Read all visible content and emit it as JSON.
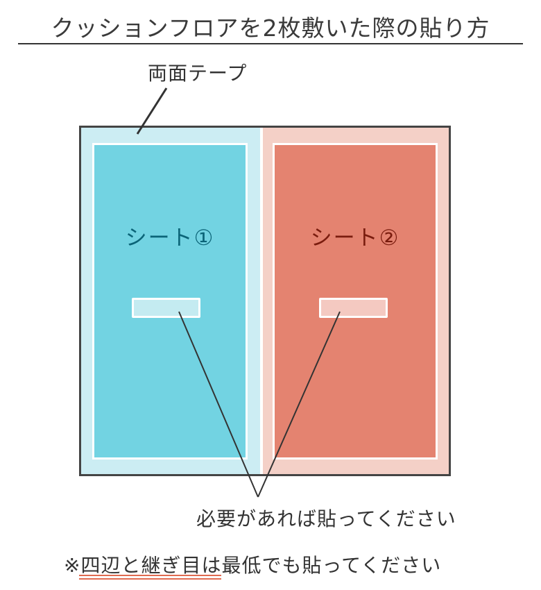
{
  "title": "クッションフロアを2枚敷いた際の貼り方",
  "labels": {
    "double_sided_tape": "両面テープ",
    "optional": "必要があれば貼ってください",
    "note": "※四辺と継ぎ目は最低でも貼ってください",
    "note_emphasis": "四辺と継ぎ目"
  },
  "sheets": [
    {
      "label": "シート①",
      "fill": "#72d3e2",
      "tape": "#ccedf3",
      "patch": "#c4ebf1",
      "text_color": "#0b6478"
    },
    {
      "label": "シート②",
      "fill": "#e48370",
      "tape": "#f4d0c7",
      "patch": "#f4c9c1",
      "text_color": "#7a1c0e"
    }
  ],
  "colors": {
    "frame": "#444444",
    "line": "#333333",
    "underline": "#e06a50"
  }
}
